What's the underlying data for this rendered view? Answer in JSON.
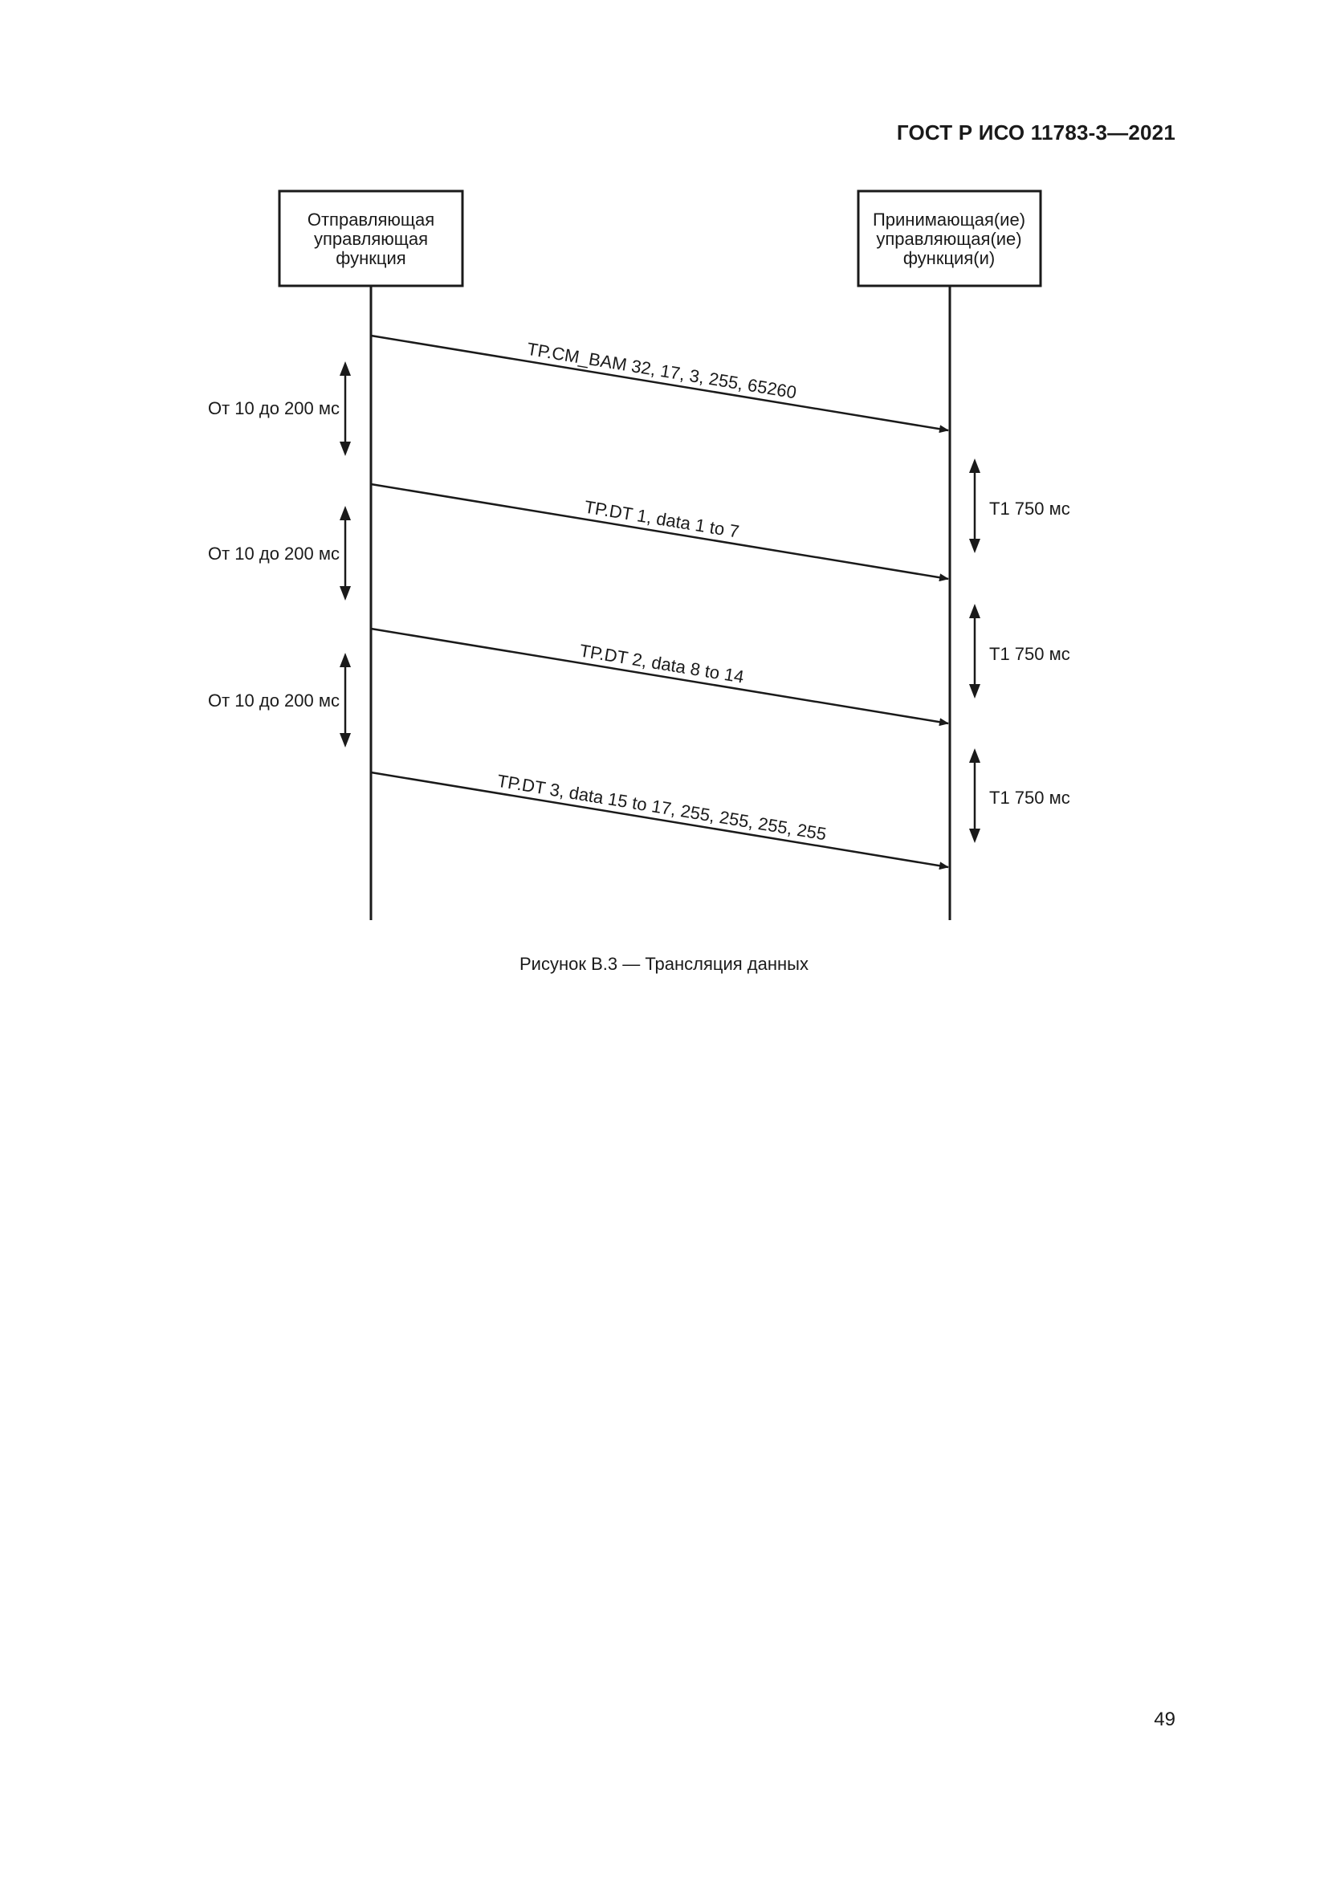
{
  "header": {
    "doc_id": "ГОСТ Р ИСО 11783-3—2021"
  },
  "diagram": {
    "sender": {
      "lines": [
        "Отправляющая",
        "управляющая",
        "функция"
      ]
    },
    "receiver": {
      "lines": [
        "Принимающая(ие)",
        "управляющая(ие)",
        "функция(и)"
      ]
    },
    "messages": [
      {
        "label": "TP.CM_BAM 32, 17, 3, 255, 65260"
      },
      {
        "label": "TP.DT 1, data 1 to 7"
      },
      {
        "label": "TP.DT 2, data 8 to 14"
      },
      {
        "label": "TP.DT 3, data 15 to 17, 255, 255, 255, 255"
      }
    ],
    "sender_intervals": [
      {
        "label": "От 10 до 200 мс"
      },
      {
        "label": "От 10 до 200 мс"
      },
      {
        "label": "От 10 до 200 мс"
      }
    ],
    "receiver_intervals": [
      {
        "label": "T1 750 мс"
      },
      {
        "label": "T1 750 мс"
      },
      {
        "label": "T1 750 мс"
      }
    ],
    "line_color": "#1a1a1a"
  },
  "caption": {
    "text": "Рисунок B.3 — Трансляция данных"
  },
  "page": {
    "number": "49"
  }
}
